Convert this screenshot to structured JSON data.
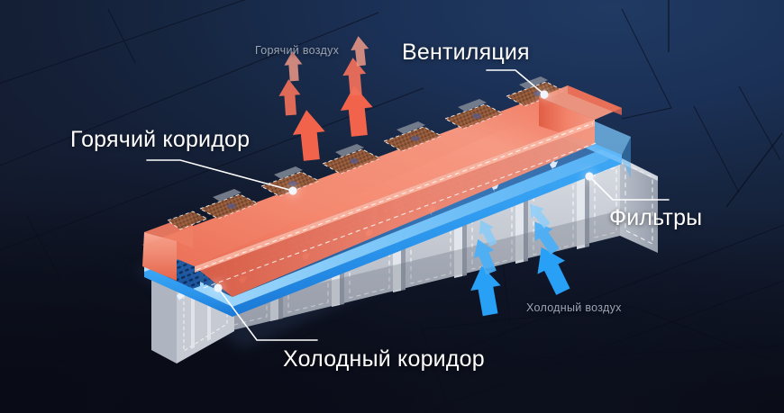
{
  "scene": {
    "title": "Modular data center container — airflow diagram",
    "background_colors": {
      "top_right": "#203a63",
      "mid": "#16253f",
      "bottom_left": "#121828"
    }
  },
  "labels": {
    "ventilation": "Вентиляция",
    "hot_aisle": "Горячий коридор",
    "cold_aisle": "Холодный коридор",
    "filters": "Фильтры",
    "hot_air": "Горячий воздух",
    "cold_air": "Холодный воздух"
  },
  "colors": {
    "hot": "#f4846f",
    "hot_light": "#f7a493",
    "hot_deep": "#e3533c",
    "cold": "#2ea2f5",
    "cold_light": "#9ed5fb",
    "cold_deep": "#1386e8",
    "panel_gray": "#c9ced6",
    "panel_gray_dark": "#9aa1ad",
    "rack_brown": "#8d5638",
    "label_text": "#ffffff",
    "label_muted": "#9aa4b4",
    "leader_line": "#ffffff"
  },
  "callouts": [
    {
      "name": "ventilation",
      "dot": [
        604,
        105
      ]
    },
    {
      "name": "hot-aisle",
      "dot": [
        325,
        212
      ]
    },
    {
      "name": "filters",
      "dot": [
        654,
        196
      ]
    },
    {
      "name": "cold-aisle",
      "dot": [
        242,
        320
      ]
    }
  ],
  "airflow": {
    "hot_arrows_direction": "up",
    "hot_arrow_count": 6,
    "cold_arrows_direction": "up-left",
    "cold_arrow_count": 6
  },
  "container": {
    "rack_count": 8,
    "hot_aisle_position": "upper-left",
    "cold_aisle_position": "center",
    "filter_panels_position": "lower-right-face"
  }
}
